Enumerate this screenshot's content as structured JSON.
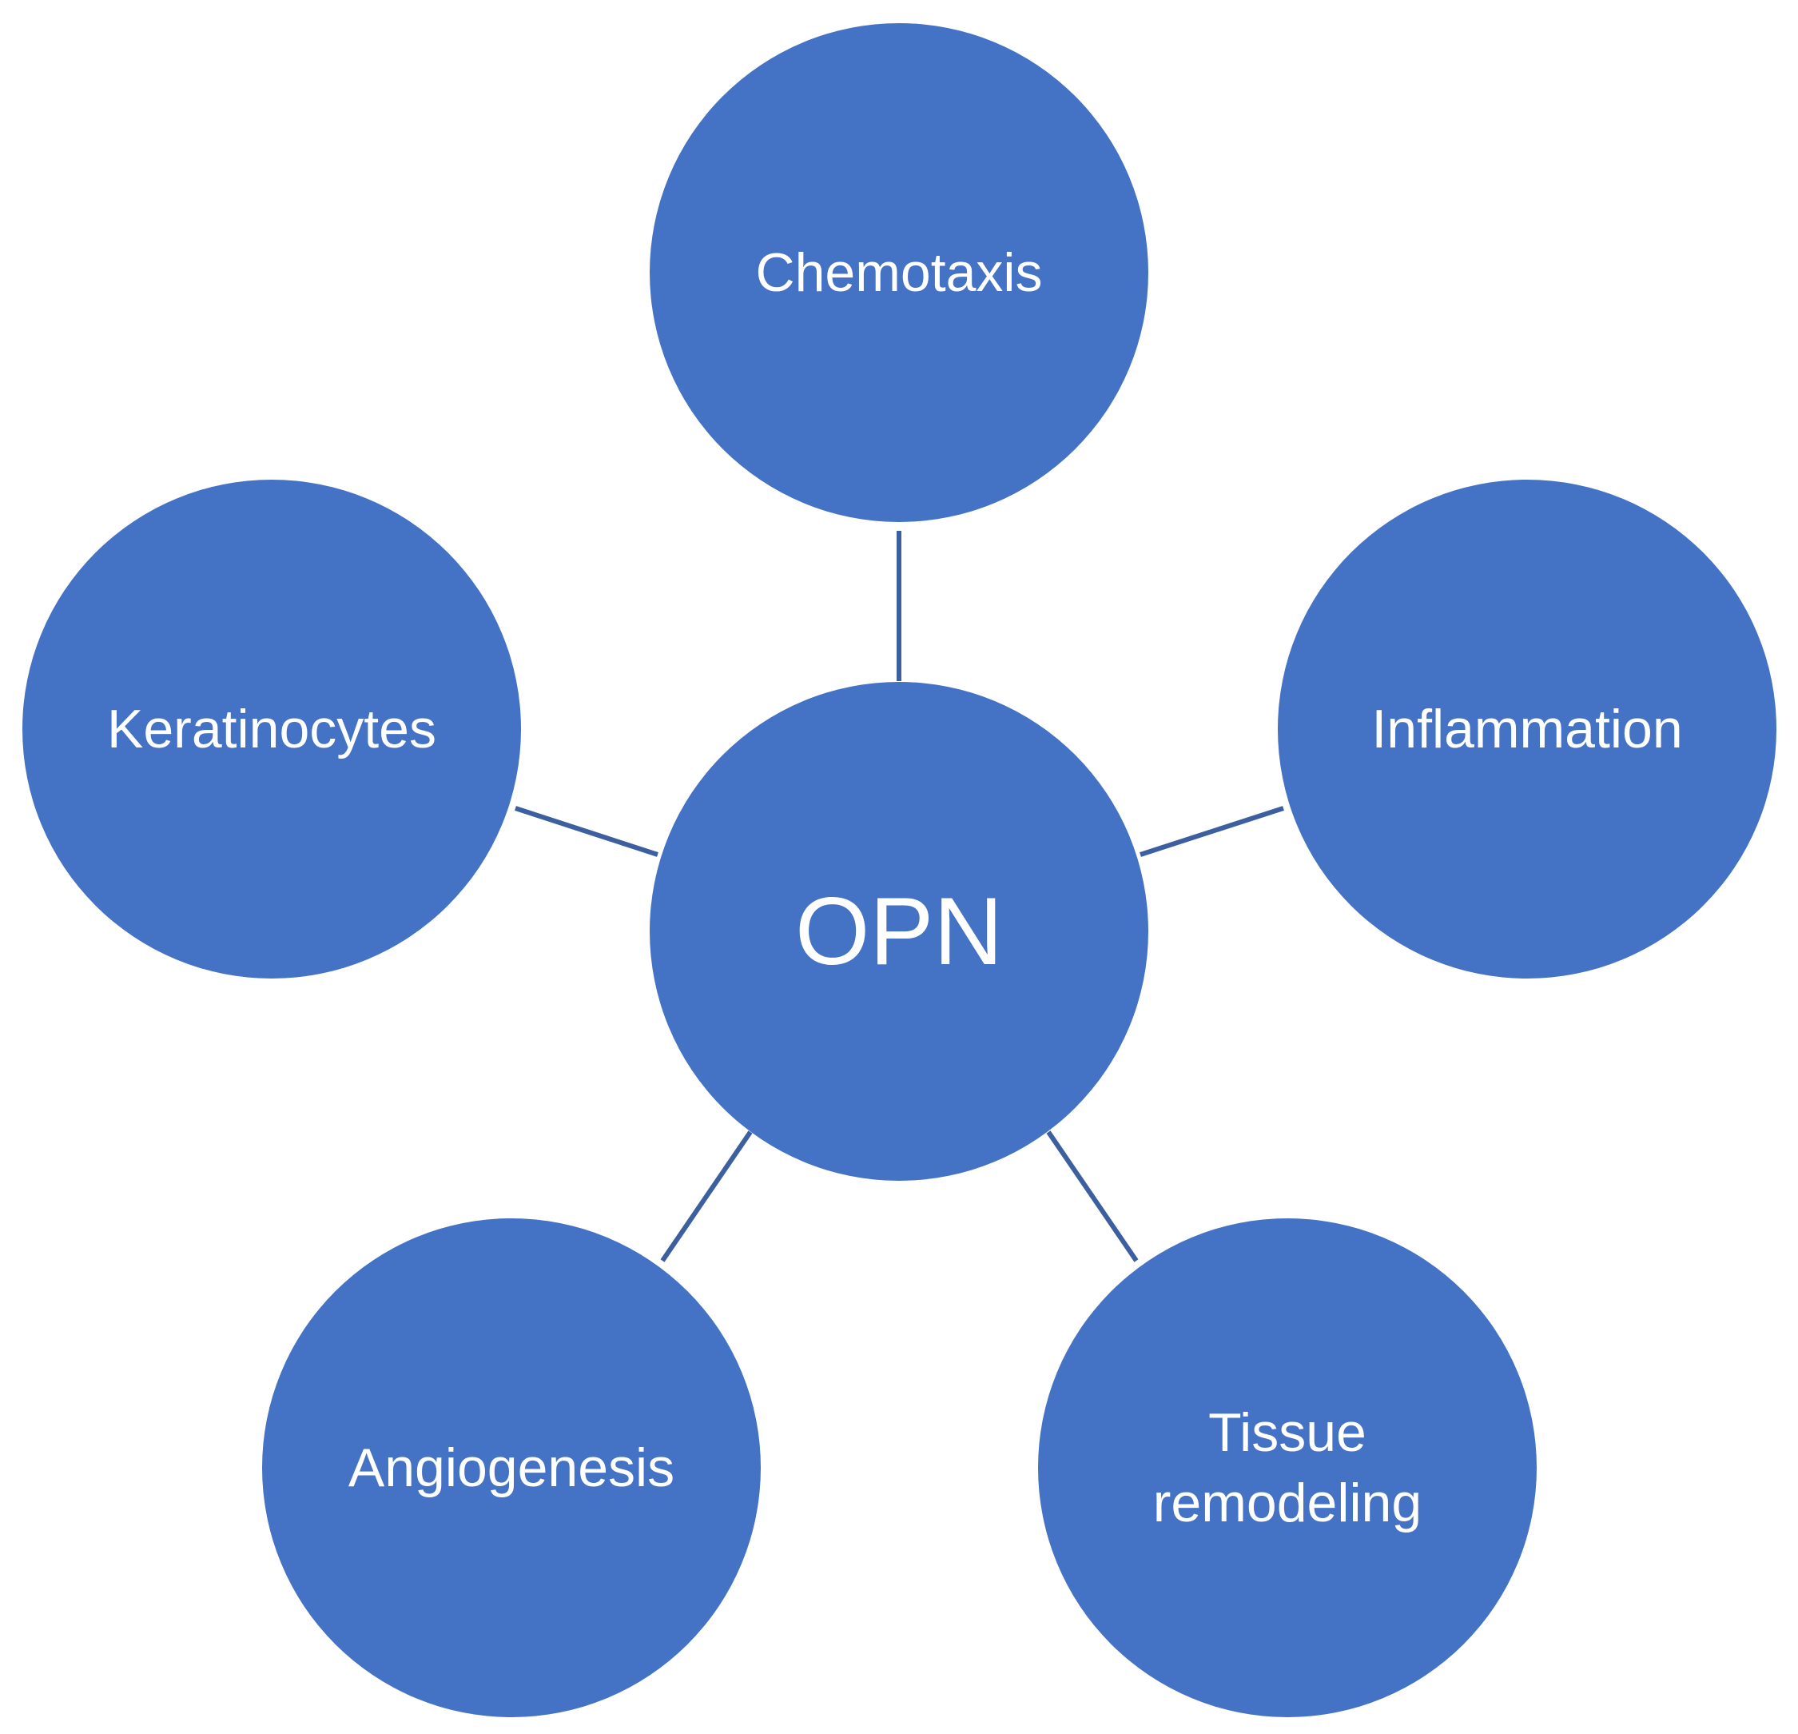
{
  "diagram": {
    "center": {
      "label": "OPN"
    },
    "nodes": [
      {
        "id": "chemotaxis",
        "label_lines": [
          "Chemotaxis"
        ]
      },
      {
        "id": "inflammation",
        "label_lines": [
          "Inflammation"
        ]
      },
      {
        "id": "tissue-remodeling",
        "label_lines": [
          "Tissue",
          "remodeling"
        ]
      },
      {
        "id": "angiogenesis",
        "label_lines": [
          "Angiogenesis"
        ]
      },
      {
        "id": "keratinocytes",
        "label_lines": [
          "Keratinocytes"
        ]
      }
    ],
    "colors": {
      "node_fill": "#4472C4",
      "connector": "#3C5FA0",
      "label": "#FFFFFF",
      "background": "#FFFFFF"
    }
  }
}
